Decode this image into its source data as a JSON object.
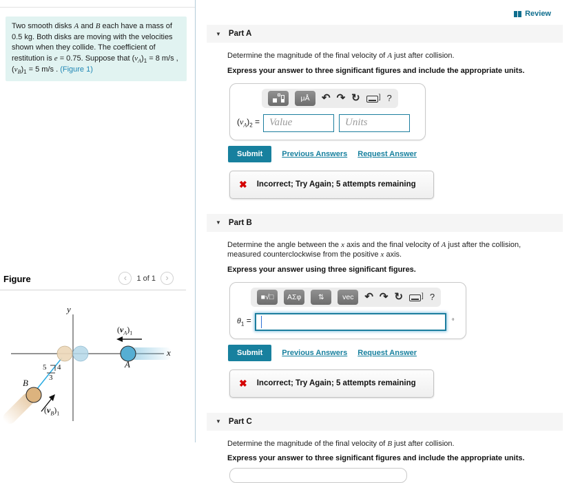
{
  "colors": {
    "accent_teal": "#17809e",
    "input_border": "#1b7d9e",
    "link_blue": "#1f87b5",
    "incorrect_red": "#d40000",
    "info_box_bg": "#e1f3f1",
    "part_bar_bg": "#f5f5f5"
  },
  "review": {
    "label": "Review"
  },
  "collapse_icon": "▼",
  "problem": {
    "runs": [
      {
        "t": "Two smooth disks "
      },
      {
        "t": "A",
        "i": 1
      },
      {
        "t": " and "
      },
      {
        "t": "B",
        "i": 1
      },
      {
        "t": " each have a mass of 0.5 kg. Both disks are moving with the velocities shown when they collide. The coefficient of restitution is "
      },
      {
        "t": "e",
        "i": 1
      },
      {
        "t": " = 0.75. Suppose that ("
      },
      {
        "t": "v",
        "i": 1
      },
      {
        "t": "A",
        "i": 1,
        "sub": 1
      },
      {
        "t": ")"
      },
      {
        "t": "1",
        "sub": 1
      },
      {
        "t": " = 8 m/s , ("
      },
      {
        "t": "v",
        "i": 1
      },
      {
        "t": "B",
        "i": 1,
        "sub": 1
      },
      {
        "t": ")"
      },
      {
        "t": "1",
        "sub": 1
      },
      {
        "t": " = 5 m/s . "
      }
    ],
    "figure_link": "(Figure 1)"
  },
  "figure": {
    "section_title": "Figure",
    "pager": {
      "prev_icon": "‹",
      "page_label": "1 of 1",
      "next_icon": "›"
    },
    "labels": {
      "y_axis": "y",
      "x_axis": "x",
      "disk_a": "A",
      "disk_b": "B",
      "slope_hyp": "5",
      "slope_rise": "4",
      "slope_run": "3",
      "va_runs": [
        {
          "t": "("
        },
        {
          "t": "v",
          "i": 1,
          "b": 1
        },
        {
          "t": "A",
          "i": 1,
          "sub": 1
        },
        {
          "t": ")"
        },
        {
          "t": "1",
          "sub": 1
        }
      ],
      "vb_runs": [
        {
          "t": "("
        },
        {
          "t": "v",
          "i": 1,
          "b": 1
        },
        {
          "t": "B",
          "i": 1,
          "sub": 1
        },
        {
          "t": ")"
        },
        {
          "t": "1",
          "sub": 1
        }
      ]
    },
    "colors": {
      "disk_a": "#56aed3",
      "disk_b": "#dcb37e",
      "ghost_a": "#b4d7e8",
      "ghost_b": "#edd8ba",
      "velocity_line": "#29abe2"
    }
  },
  "toolbar_icons": {
    "undo": "↶",
    "redo": "↷",
    "reset": "↻",
    "kbd_suffix": "]",
    "help": "?"
  },
  "actions": {
    "submit": "Submit",
    "previous_answers": "Previous Answers",
    "request_answer": "Request Answer"
  },
  "feedback": {
    "icon": "✖",
    "message": "Incorrect; Try Again; 5 attempts remaining"
  },
  "part_a": {
    "header": "Part A",
    "desc_runs": [
      {
        "t": "Determine the magnitude of the final velocity of "
      },
      {
        "t": "A",
        "i": 1
      },
      {
        "t": " just after collision."
      }
    ],
    "instruction": "Express your answer to three significant figures and include the appropriate units.",
    "toolbar": {
      "units_button": "μÅ"
    },
    "label_runs": [
      {
        "t": "("
      },
      {
        "t": "v",
        "i": 1
      },
      {
        "t": "A",
        "i": 1,
        "sub": 1
      },
      {
        "t": ")"
      },
      {
        "t": "2",
        "sub": 1
      },
      {
        "t": " = "
      }
    ],
    "value_placeholder": "Value",
    "units_placeholder": "Units"
  },
  "part_b": {
    "header": "Part B",
    "desc_runs": [
      {
        "t": "Determine the angle between the "
      },
      {
        "t": "x",
        "i": 1
      },
      {
        "t": " axis and the final velocity of "
      },
      {
        "t": "A",
        "i": 1
      },
      {
        "t": " just after the collision, measured counterclockwise from the positive "
      },
      {
        "t": "x",
        "i": 1
      },
      {
        "t": " axis."
      }
    ],
    "instruction": "Express your answer using three significant figures.",
    "toolbar": {
      "btn_template": "■√□",
      "btn_greek": "ΑΣφ",
      "btn_updown": "⇅",
      "btn_vec": "vec"
    },
    "label_runs": [
      {
        "t": "θ",
        "i": 1
      },
      {
        "t": "1",
        "sub": 1
      },
      {
        "t": " = "
      }
    ],
    "input_value": "",
    "degree_symbol": "°"
  },
  "part_c": {
    "header": "Part C",
    "desc_runs": [
      {
        "t": "Determine the magnitude of the final velocity of "
      },
      {
        "t": "B",
        "i": 1
      },
      {
        "t": " just after collision."
      }
    ],
    "instruction": "Express your answer to three significant figures and include the appropriate units."
  }
}
